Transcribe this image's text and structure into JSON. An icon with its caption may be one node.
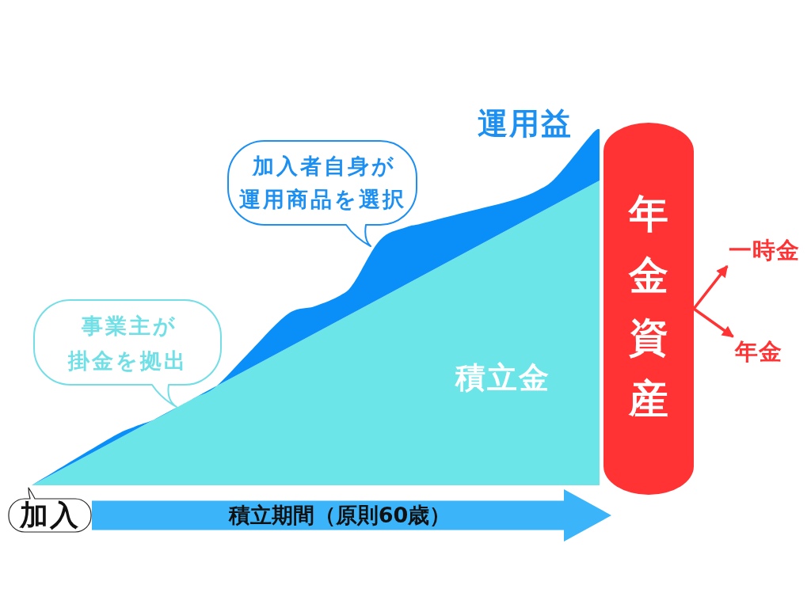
{
  "diagram": {
    "nodes": [
      {
        "text": [
          "加入者自身が運用商品を選択"
        ]
      },
      {
        "text": [
          "事業主が掛金を拠出"
        ]
      },
      {
        "text": [
          "年金資産"
        ]
      },
      {
        "text": [
          "一時金"
        ]
      },
      {
        "text": [
          "年金"
        ]
      },
      {
        "text": [
          "加入"
        ]
      }
    ],
    "edges": [
      {
        "from": 2,
        "to": 3,
        "arrow": "to"
      },
      {
        "from": 2,
        "to": 4,
        "arrow": "to"
      },
      {
        "from": 5,
        "to": null,
        "arrow": "to",
        "label": "積立期間（原則60歳）",
        "style": "thick",
        "color": "#3cb4fa"
      }
    ],
    "labels": [
      "運用益",
      "積立金"
    ]
  }
}
